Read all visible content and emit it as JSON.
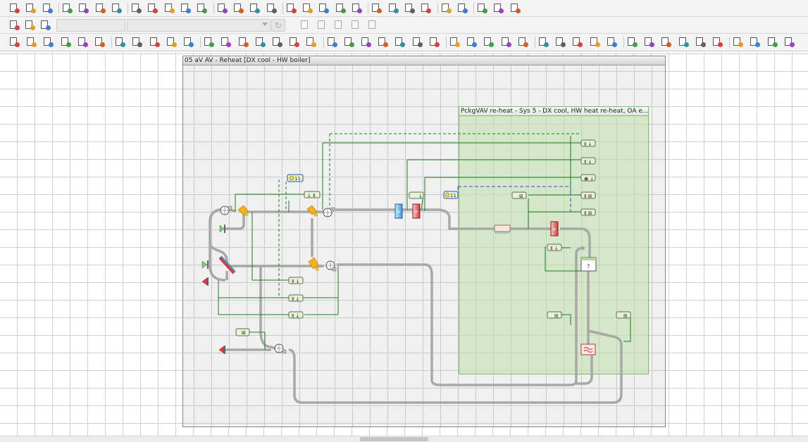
{
  "colors": {
    "toolbar_bg": "#f3f3f3",
    "grid": "#d0d0d0",
    "system_bg": "#f0f0f0",
    "subsystem_bg": "#d5ebc9",
    "subsystem_border": "#7ab86a",
    "duct": "#a8a8a8",
    "control_wire": "#1d7a1d",
    "dashed_wire": "#2a4fc4",
    "node_fill": "#e6f2d0",
    "cooling_coil": "#3c9ad8",
    "heating_coil": "#d33a3a"
  },
  "toolbar_row1": {
    "icons": [
      "new-file-icon",
      "open-folder-icon",
      "globe-icon",
      "library-icon",
      "cube-icon",
      "building-icon",
      "building-gear-icon",
      "hvac-component-icon",
      "zone-icon",
      "zone-group-icon",
      "plant-icon",
      "plant-loop-icon",
      "fan-icon",
      "schedule-icon",
      "chart-icon",
      "flag-icon",
      "weather-icon",
      "weather-gear-icon",
      "system-icon",
      "system-alt-icon",
      "controller-icon",
      "sensor-icon",
      "node-icon",
      "profile-icon",
      "link-icon",
      "branch-icon",
      "pipe-icon",
      "valve-icon",
      "export-icon",
      "import-icon"
    ]
  },
  "toolbar_row2": {
    "icons": [
      "apply-icon",
      "remove-icon",
      "duplicate-icon"
    ],
    "combo1": "",
    "combo2": "",
    "right_icons": [
      "speaker-icon",
      "wrench-icon",
      "copy-icon",
      "delete-icon",
      "list-icon"
    ]
  },
  "toolbar_row3": {
    "icons": [
      "box-icon",
      "box-alt-icon",
      "rectangle-icon",
      "wave-icon",
      "wave-alt-icon",
      "arrow-split-icon",
      "draw-line-icon",
      "tee-icon",
      "tee-alt-icon",
      "tee-down-icon",
      "tee-up-icon",
      "line-horizontal-icon",
      "line-vertical-icon",
      "elbow-nw-icon",
      "elbow-ne-icon",
      "elbow-sw-icon",
      "elbow-se-icon",
      "cross-icon",
      "sensor-add-icon",
      "sensor-edit-icon",
      "sensor-remove-icon",
      "sensor-link-icon",
      "sensor-alt-icon",
      "sensor-flag-icon",
      "sensor-move-icon",
      "pointer-icon",
      "table-icon",
      "spreadsheet-icon",
      "globe-alt-icon",
      "connect-icon",
      "meter-icon",
      "meter-gear-icon",
      "meter-link-icon",
      "meter-check-icon",
      "chain-icon",
      "chain-alt-icon",
      "check-icon",
      "cancel-icon",
      "route-icon",
      "waveform-icon",
      "trash-icon",
      "select-icon",
      "select-alt-icon",
      "pointer-alt-icon",
      "zoom-icon"
    ]
  },
  "system": {
    "title": "05 aV AV  - Reheat [DX cool - HW boiler]"
  },
  "subsystem": {
    "title": "PckgVAV re-heat - Sys 5 - DX cool, HW heat re-heat, OA e..."
  },
  "labels": {
    "mixing_box": "?",
    "ctrl_a": "11",
    "ctrl_b": "11"
  }
}
